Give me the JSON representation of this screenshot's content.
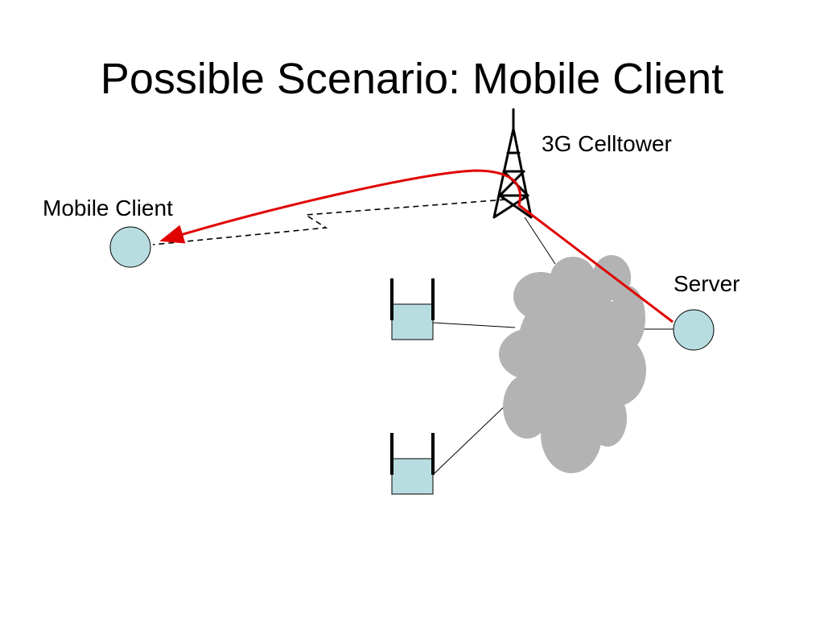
{
  "slide": {
    "title": "Possible Scenario: Mobile Client"
  },
  "labels": {
    "celltower": "3G Celltower",
    "mobile_client": "Mobile Client",
    "server": "Server"
  },
  "colors": {
    "node_fill": "#b8dde0",
    "cloud_fill": "#b3b3b3",
    "flow_line": "#e00000",
    "link_line": "#000000"
  },
  "icons": {
    "tower": "cell-tower-icon",
    "network": "cloud-icon",
    "access_point": "wireless-access-point-icon",
    "node": "circle-node-icon"
  }
}
